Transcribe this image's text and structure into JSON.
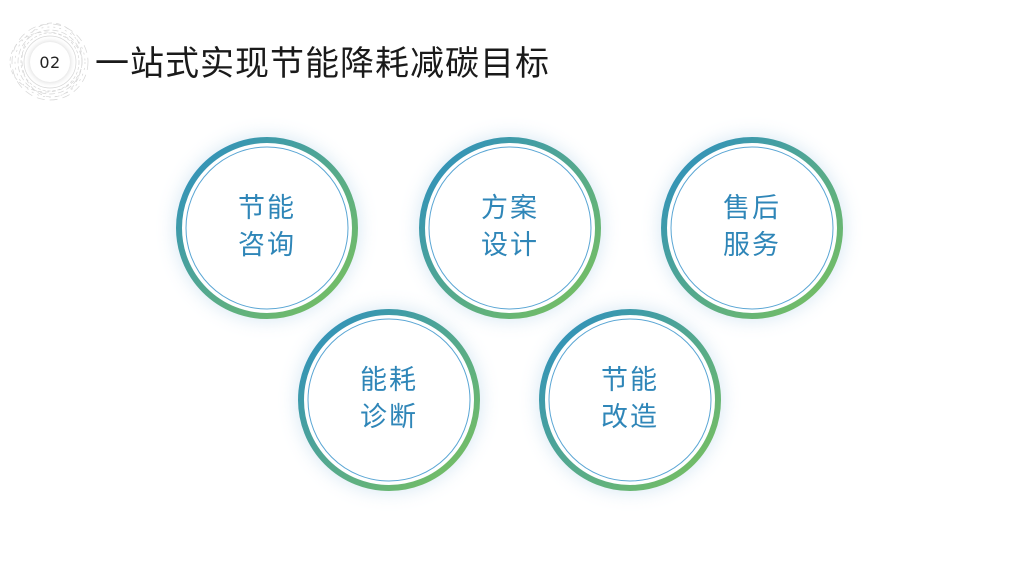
{
  "header": {
    "badge": "02",
    "title": "一站式实现节能降耗减碳目标"
  },
  "colors": {
    "ring_start": "#2a8dc4",
    "ring_end": "#7cc35a",
    "label": "#2f86b8"
  },
  "nodes": [
    {
      "line1": "节能",
      "line2": "咨询"
    },
    {
      "line1": "能耗",
      "line2": "诊断"
    },
    {
      "line1": "方案",
      "line2": "设计"
    },
    {
      "line1": "节能",
      "line2": "改造"
    },
    {
      "line1": "售后",
      "line2": "服务"
    }
  ]
}
